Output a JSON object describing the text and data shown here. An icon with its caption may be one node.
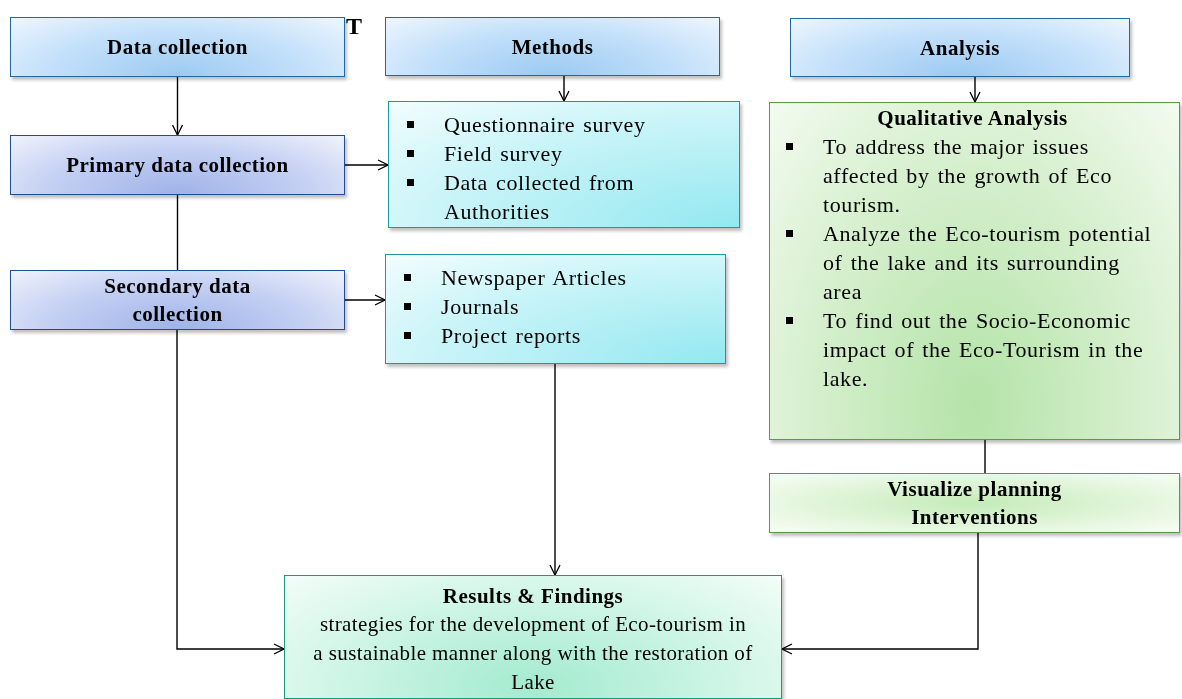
{
  "diagram": {
    "nodes": [
      {
        "text": [
          "Data collection"
        ]
      },
      {
        "text": [
          "Methods"
        ]
      },
      {
        "text": [
          "Analysis"
        ]
      },
      {
        "text": [
          "Primary data collection"
        ]
      },
      {
        "text": [
          "Questionnaire survey",
          "Field survey",
          "Data collected from Authorities"
        ]
      },
      {
        "text": [
          "Secondary data collection"
        ]
      },
      {
        "text": [
          "Newspaper Articles",
          "Journals",
          "Project reports"
        ]
      },
      {
        "text": [
          "Qualitative Analysis",
          "To address the major issues affected by the growth of Eco tourism.",
          "Analyze the Eco-tourism potential of the lake and its surrounding area",
          "To find out the Socio-Economic impact of the Eco-Tourism in the lake."
        ]
      },
      {
        "text": [
          "Visualize planning Interventions"
        ]
      },
      {
        "text": [
          "Results & Findings",
          "strategies for the development of Eco-tourism in a sustainable manner along with the restoration of Lake"
        ]
      }
    ],
    "edges": [
      {
        "from": 0,
        "to": 3,
        "arrow": "to"
      },
      {
        "from": 1,
        "to": 4,
        "arrow": "to"
      },
      {
        "from": 2,
        "to": 7,
        "arrow": "to"
      },
      {
        "from": 3,
        "to": 4,
        "arrow": "to"
      },
      {
        "from": 3,
        "to": 5,
        "arrow": "none"
      },
      {
        "from": 5,
        "to": 6,
        "arrow": "to"
      },
      {
        "from": 5,
        "to": 9,
        "arrow": "to"
      },
      {
        "from": 6,
        "to": 9,
        "arrow": "to"
      },
      {
        "from": 7,
        "to": 8,
        "arrow": "none"
      },
      {
        "from": 8,
        "to": 9,
        "arrow": "to"
      }
    ],
    "labels": [
      "T"
    ]
  }
}
